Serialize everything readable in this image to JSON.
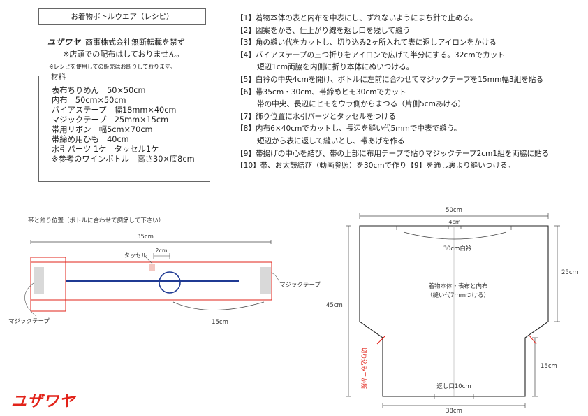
{
  "header": {
    "title": "お着物ボトルウエア（レシピ）",
    "brand_mark": "ユザワヤ",
    "copyright": "商事株式会社無断転載を禁ず",
    "notice": "※店頭での配布はしておりません。",
    "small_notice": "※レシピを使用しての販売はお断りしております。"
  },
  "materials": {
    "title": "材料",
    "items": [
      "表布ちりめん　50×50cm",
      "内布　50cm×50cm",
      "バイアステープ　幅18mm×40cm",
      "マジックテープ　25mm×15cm",
      "帯用リボン　幅5cm×70cm",
      "帯締め用ひも　40cm",
      "水引パーツ 1ケ　タッセル1ケ",
      "※参考のワインボトル　高さ30×底8cm"
    ]
  },
  "steps": [
    {
      "text": "【1】着物本体の表と内布を中表にし、ずれないようにまち針で止める。",
      "sub": false
    },
    {
      "text": "【2】図案をかき、仕上がり線を返し口を残して縫う",
      "sub": false
    },
    {
      "text": "【3】角の縫い代をカットし、切り込み2ヶ所入れて表に返しアイロンをかける",
      "sub": false
    },
    {
      "text": "【4】バイアステープの三つ折りをアイロンで広げて半分にする。32cmでカット",
      "sub": false
    },
    {
      "text": "短辺1cm両脇を内側に折り本体にぬいつける。",
      "sub": true
    },
    {
      "text": "【5】白衿の中央4cmを開け、ボトルに左前に合わせてマジックテープを15mm幅3組を貼る",
      "sub": false
    },
    {
      "text": "【6】帯35cm・30cm、帯締めヒモ30cmでカット",
      "sub": false
    },
    {
      "text": "帯の中央、長辺にヒモをウラ側からまつる（片側5cmあける）",
      "sub": true
    },
    {
      "text": "【7】飾り位置に水引パーツとタッセルをつける",
      "sub": false
    },
    {
      "text": "【8】内布6×40cmでカットし、長辺を縫い代5mmで中表で縫う。",
      "sub": false
    },
    {
      "text": "短辺から表に返して縫いとし、帯あげを作る",
      "sub": true
    },
    {
      "text": "【9】帯揚げの中心を結び、帯の上部に布用テープで貼りマジックテープ2cm1組を両脇に貼る",
      "sub": false
    },
    {
      "text": "【10】帯、お太鼓結び（動画参照）を30cmで作り【9】を通し裏より縫いつける。",
      "sub": false
    }
  ],
  "belt_diagram": {
    "caption": "帯と飾り位置（ボトルに合わせて調節して下さい）",
    "width_label": "35cm",
    "tassel_label": "タッセル",
    "gap_label": "2cm",
    "velcro_left": "マジックテープ",
    "velcro_right": "マジックテープ",
    "length_label": "15cm"
  },
  "body_diagram": {
    "top_width": "50cm",
    "collar_open": "4cm",
    "collar_label": "30cm白衿",
    "body_label": "着物本体・表布と内布",
    "seam_label": "（縫い代7mmつける）",
    "upper_height": "25cm",
    "total_height": "45cm",
    "cut_label": "切り込み二か所",
    "lower_height": "15cm",
    "opening_label": "返し口10cm",
    "bottom_width": "38cm"
  },
  "colors": {
    "belt_outline": "#e2231a",
    "string": "#1f3a93",
    "velcro": "#d9d9d9",
    "tassel": "#f4c6c0",
    "brand": "#e2231a"
  },
  "footer": {
    "logo": "ユザワヤ"
  }
}
